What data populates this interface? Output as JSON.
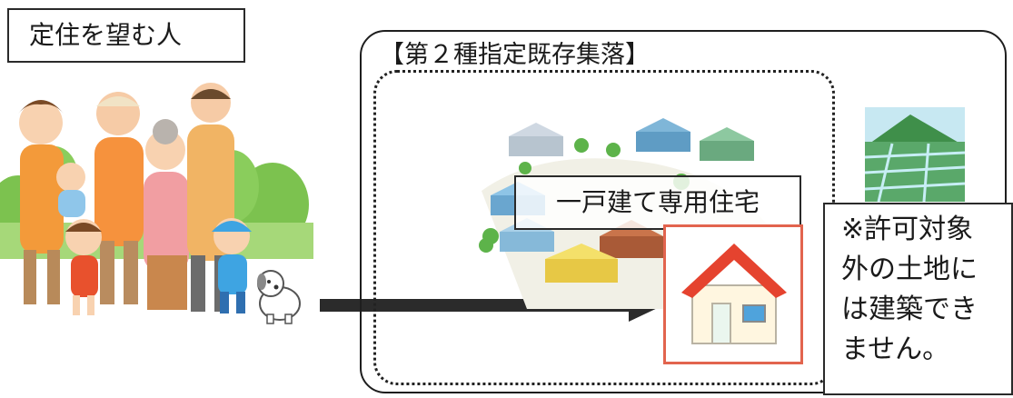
{
  "left_label": "定住を望む人",
  "zone_title": "【第２種指定既存集落】",
  "housing_type_label": "一戸建て専用住宅",
  "note_lines": [
    "※許可対象",
    "外の土地に",
    "は建築でき",
    "ません。"
  ],
  "icons": {
    "people": "family-illustration-icon",
    "dog": "dog-icon",
    "village": "village-illustration-icon",
    "house": "house-icon",
    "farmland": "farmland-mountain-icon",
    "arrow": "arrow-right-icon"
  },
  "colors": {
    "house_roof": "#e5432f",
    "house_frame": "#e2644e",
    "trees": "#6fbf4a"
  }
}
